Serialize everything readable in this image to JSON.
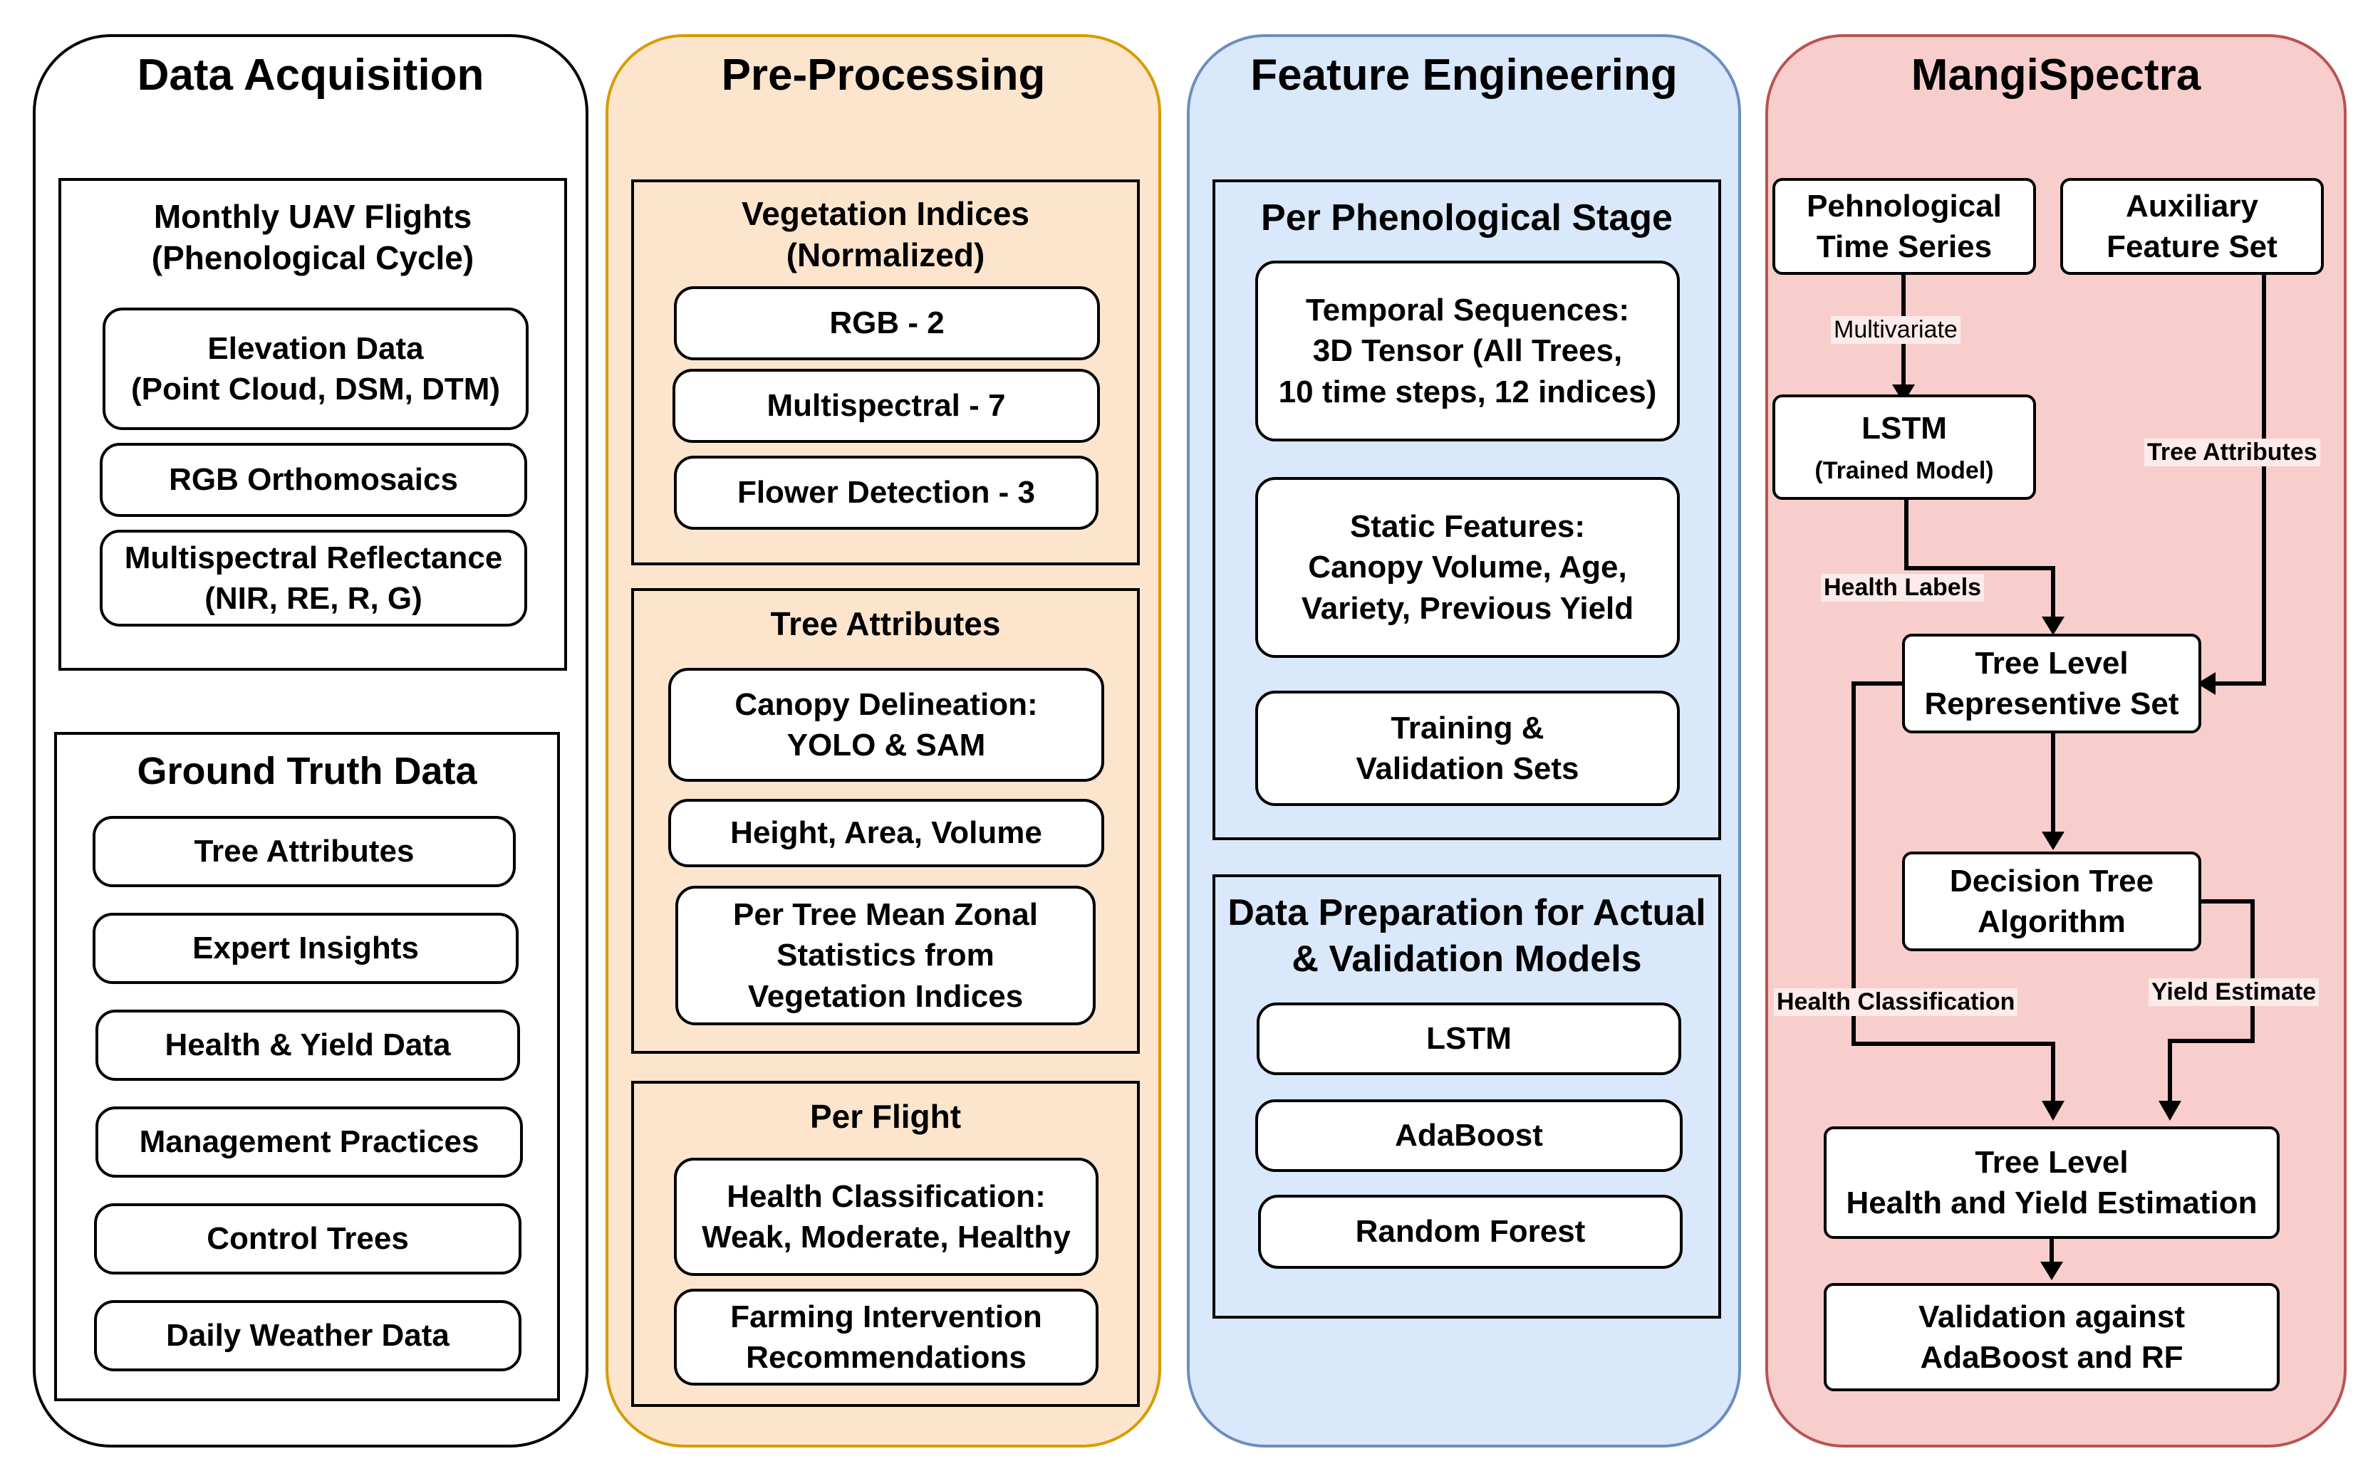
{
  "colors": {
    "data_acquisition_bg": "#ffffff",
    "pre_processing_bg": "#fde5cd",
    "pre_processing_border": "#d79b00",
    "feature_engineering_bg": "#dae8fc",
    "feature_engineering_border": "#6c8ebf",
    "mangispectra_bg": "#f8cecc",
    "mangispectra_border": "#b85450"
  },
  "data_acquisition": {
    "title": "Data Acquisition",
    "uav": {
      "title": "Monthly UAV Flights\n(Phenological Cycle)",
      "items": [
        "Elevation Data\n(Point Cloud, DSM, DTM)",
        "RGB Orthomosaics",
        "Multispectral Reflectance\n(NIR, RE, R, G)"
      ]
    },
    "ground": {
      "title": "Ground Truth Data",
      "items": [
        "Tree Attributes",
        "Expert Insights",
        "Health & Yield Data",
        "Management Practices",
        "Control Trees",
        "Daily Weather Data"
      ]
    }
  },
  "pre_processing": {
    "title": "Pre-Processing",
    "veg": {
      "title": "Vegetation Indices\n(Normalized)",
      "items": [
        "RGB - 2",
        "Multispectral - 7",
        "Flower Detection - 3"
      ]
    },
    "tree": {
      "title": "Tree Attributes",
      "items": [
        "Canopy Delineation:\nYOLO & SAM",
        "Height, Area, Volume",
        "Per Tree Mean Zonal\nStatistics from\nVegetation Indices"
      ]
    },
    "flight": {
      "title": "Per Flight",
      "items": [
        "Health Classification:\nWeak, Moderate, Healthy",
        "Farming Intervention\nRecommendations"
      ]
    }
  },
  "feature_engineering": {
    "title": "Feature Engineering",
    "pheno": {
      "title": "Per Phenological Stage",
      "items": [
        "Temporal Sequences:\n3D Tensor (All Trees,\n10 time steps, 12 indices)",
        "Static Features:\nCanopy Volume, Age,\nVariety, Previous Yield",
        "Training &\nValidation Sets"
      ]
    },
    "prep": {
      "title": "Data Preparation for Actual\n& Validation Models",
      "items": [
        "LSTM",
        "AdaBoost",
        "Random Forest"
      ]
    }
  },
  "mangispectra": {
    "title": "MangiSpectra",
    "nodes": {
      "time_series": "Pehnological\nTime Series",
      "auxiliary": "Auxiliary\nFeature Set",
      "lstm": "LSTM",
      "lstm_sub": "(Trained Model)",
      "representive": "Tree Level\nRepresentive Set",
      "decision_tree": "Decision Tree\nAlgorithm",
      "estimation": "Tree Level\nHealth and Yield Estimation",
      "validation": "Validation against\nAdaBoost and RF"
    },
    "edges": {
      "multivariate": "Multivariate",
      "tree_attributes": "Tree Attributes",
      "health_labels": "Health Labels",
      "health_classification": "Health Classification",
      "yield_estimate": "Yield Estimate"
    }
  }
}
